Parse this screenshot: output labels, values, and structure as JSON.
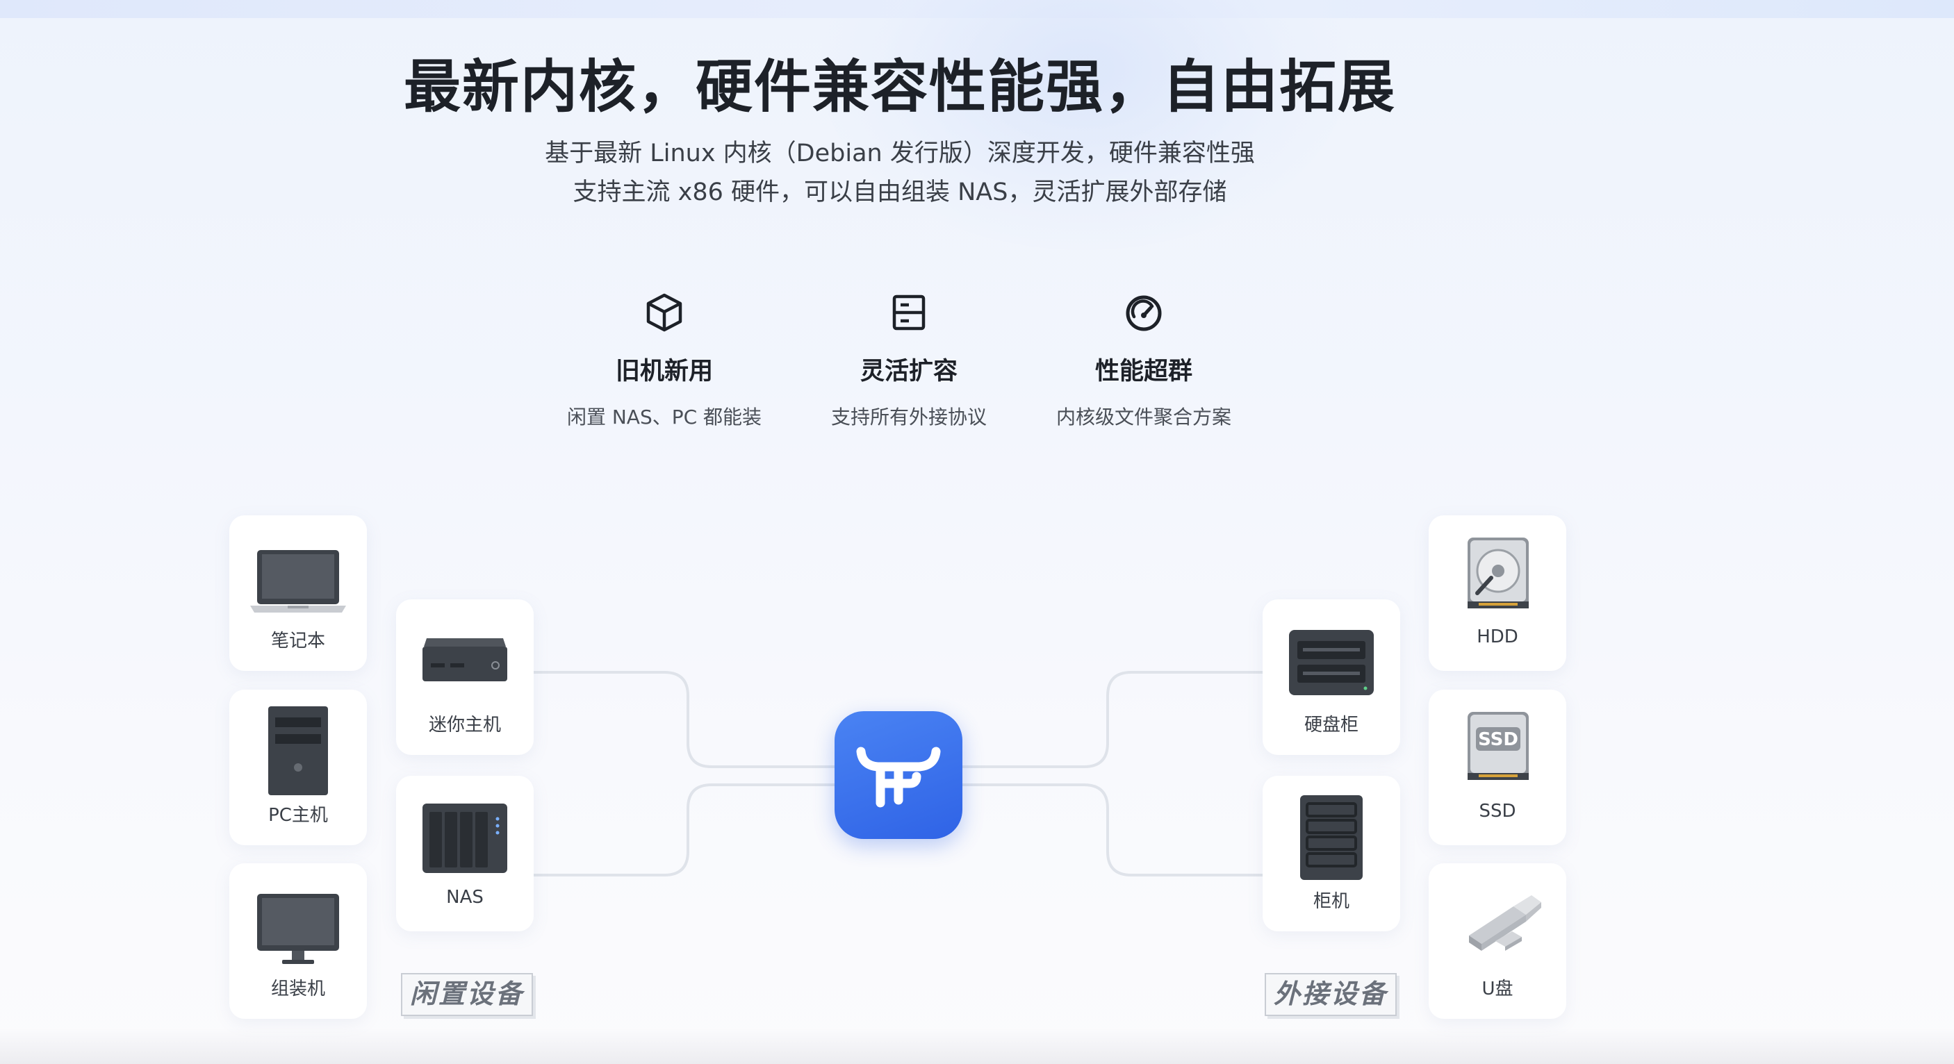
{
  "header": {
    "title": "最新内核，硬件兼容性能强，自由拓展",
    "subtitle_line1": "基于最新 Linux 内核（Debian 发行版）深度开发，硬件兼容性强",
    "subtitle_line2": "支持主流 x86 硬件，可以自由组装 NAS，灵活扩展外部存储"
  },
  "features": [
    {
      "icon": "cube-icon",
      "title": "旧机新用",
      "desc": "闲置 NAS、PC 都能装"
    },
    {
      "icon": "server-icon",
      "title": "灵活扩容",
      "desc": "支持所有外接协议"
    },
    {
      "icon": "speedometer-icon",
      "title": "性能超群",
      "desc": "内核级文件聚合方案"
    }
  ],
  "left_devices": [
    {
      "icon": "laptop-icon",
      "label": "笔记本"
    },
    {
      "icon": "pc-tower-icon",
      "label": "PC主机"
    },
    {
      "icon": "monitor-icon",
      "label": "组装机"
    },
    {
      "icon": "mini-pc-icon",
      "label": "迷你主机"
    },
    {
      "icon": "nas-icon",
      "label": "NAS"
    }
  ],
  "right_devices": [
    {
      "icon": "drive-enclosure-icon",
      "label": "硬盘柜"
    },
    {
      "icon": "rack-cabinet-icon",
      "label": "柜机"
    },
    {
      "icon": "hdd-icon",
      "label": "HDD"
    },
    {
      "icon": "ssd-icon",
      "label": "SSD",
      "icon_text": "SSD"
    },
    {
      "icon": "usb-drive-icon",
      "label": "U盘"
    }
  ],
  "tags": {
    "idle": "闲置设备",
    "external": "外接设备"
  },
  "hub": {
    "icon": "bull-logo-icon"
  },
  "colors": {
    "accent": "#2f63e6",
    "text_primary": "#1d2128",
    "text_secondary": "#3a3f47",
    "device_dark": "#3d4249"
  }
}
